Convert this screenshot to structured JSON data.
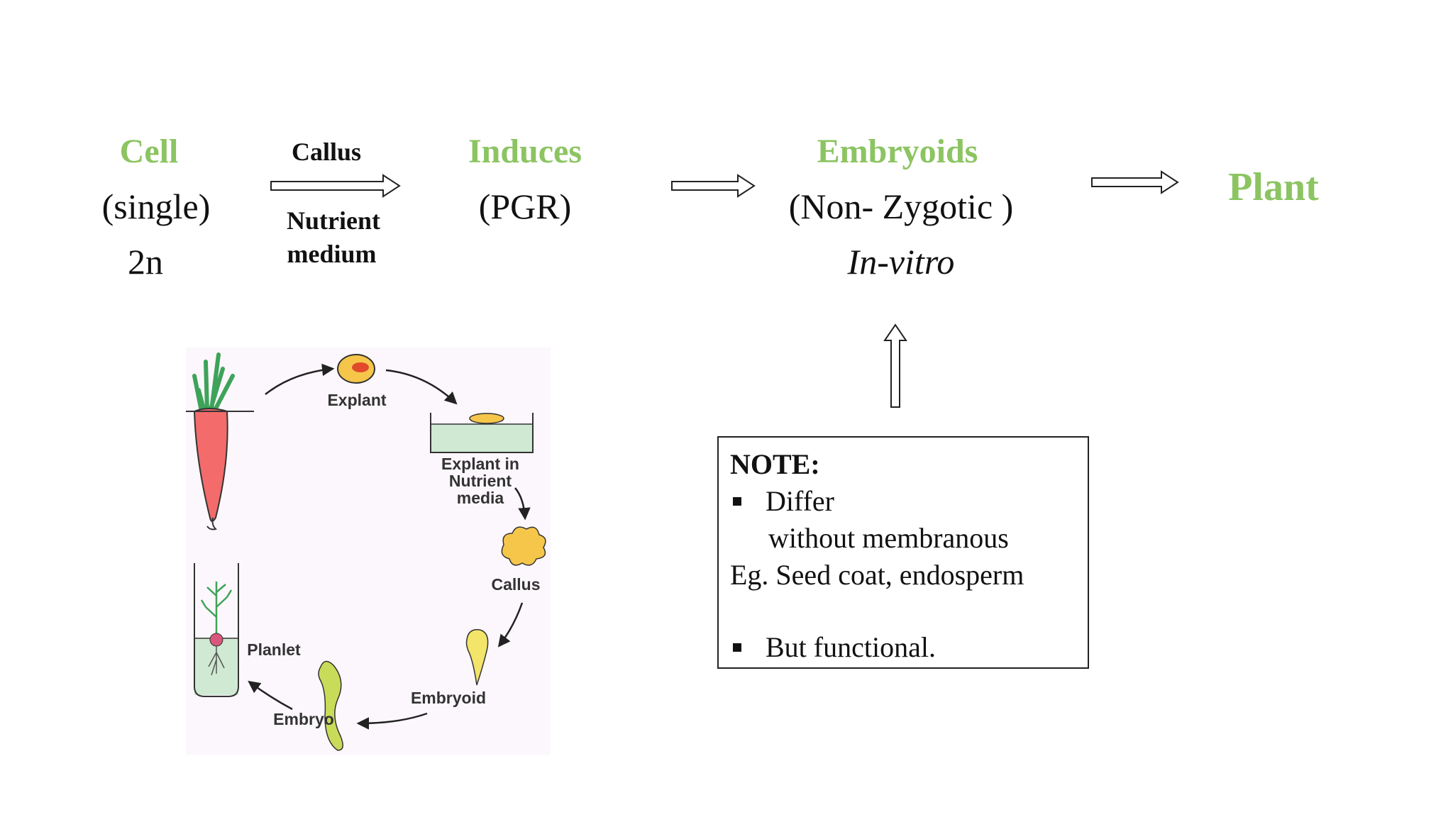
{
  "stages": {
    "cell": {
      "title": "Cell",
      "sub1": "(single)",
      "sub2": "2n"
    },
    "induces": {
      "title": "Induces",
      "sub1": "(PGR)"
    },
    "embryoids": {
      "title": "Embryoids",
      "sub1": "(Non- Zygotic )",
      "sub2": "In-vitro"
    },
    "plant": {
      "title": "Plant"
    }
  },
  "arrow_labels": {
    "top": "Callus",
    "bottom_line1": "Nutrient",
    "bottom_line2": "medium"
  },
  "note": {
    "heading": "NOTE:",
    "bullet1": "Differ",
    "bullet1_cont": "without membranous",
    "example": "Eg. Seed coat, endosperm",
    "bullet2": "But functional."
  },
  "cycle_labels": {
    "explant": "Explant",
    "explant_media_1": "Explant in",
    "explant_media_2": "Nutrient",
    "explant_media_3": "media",
    "callus": "Callus",
    "embryoid": "Embryoid",
    "embryo": "Embryo",
    "planlet": "Planlet"
  },
  "colors": {
    "accent_green": "#8cc462",
    "carrot": "#f36b6b",
    "leaf": "#3ea35a",
    "media": "#cfe9d3",
    "callus": "#f6c64a",
    "embryo": "#f3e46a"
  }
}
